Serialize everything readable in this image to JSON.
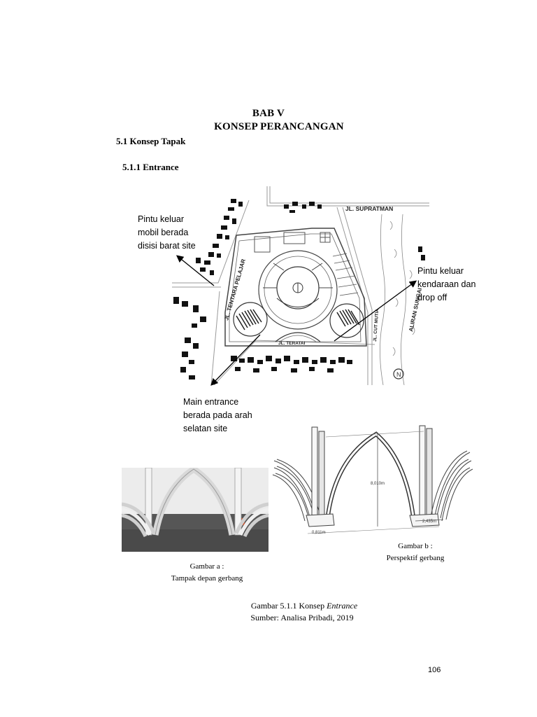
{
  "header": {
    "chapter": "BAB V",
    "chapter_title": "KONSEP PERANCANGAN"
  },
  "sections": {
    "s1": "5.1 Konsep Tapak",
    "s2": "5.1.1 Entrance"
  },
  "site_plan": {
    "streets": {
      "supratman": "JL. SUPRATMAN",
      "tentara_pelajar": "JL. TENTARA PELAJAR",
      "teratai": "JL. TERATAI",
      "cut_mutia": "JL. CUT MUTIA",
      "aliran_sungai": "ALIRAN SUNGAI"
    },
    "north_symbol": "N"
  },
  "annotations": {
    "west_exit": [
      "Pintu keluar",
      "mobil berada",
      "disisi barat site"
    ],
    "east_exit": [
      "Pintu keluar",
      "kendaraan dan",
      "drop off"
    ],
    "main_entrance": [
      "Main entrance",
      "berada pada arah",
      "selatan site"
    ]
  },
  "gate_perspective": {
    "height_dim": "8,010m",
    "width_dim": "2,435m",
    "base_dim": "0,811m"
  },
  "captions": {
    "a_line1": "Gambar a :",
    "a_line2": "Tampak depan gerbang",
    "b_line1": "Gambar b :",
    "b_line2": "Perspektif gerbang",
    "fig_prefix": "Gambar 5.1.1 Konsep ",
    "fig_italic": "Entrance",
    "source": "Sumber: Analisa Pribadi, 2019"
  },
  "page_number": "106"
}
